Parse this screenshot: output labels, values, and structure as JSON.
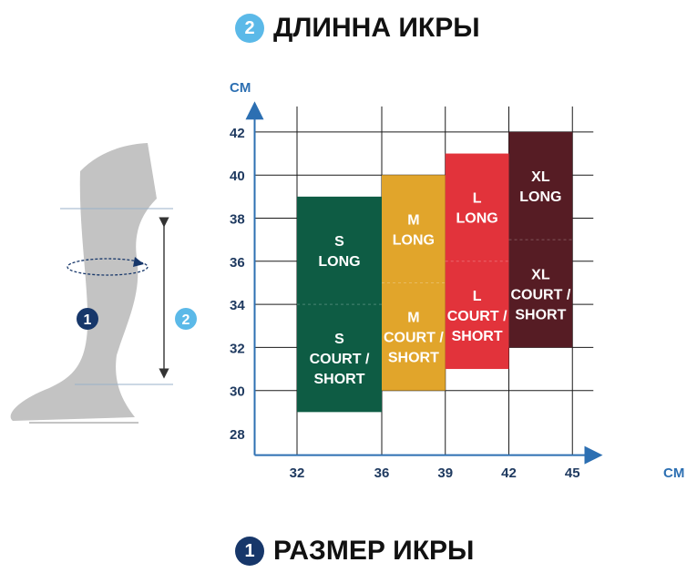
{
  "headings": {
    "top": {
      "badge": "2",
      "text": "ДЛИННА ИКРЫ"
    },
    "bottom": {
      "badge": "1",
      "text": "РАЗМЕР ИКРЫ"
    }
  },
  "colors": {
    "S": "#0e5c44",
    "M": "#e1a52b",
    "L": "#e2333b",
    "XL": "#561c24",
    "axis": "#2c6fb2",
    "leg": "#c3c3c3",
    "badge_calf_size": "#17376a",
    "badge_calf_length": "#5bb9e8"
  },
  "icons": {
    "leg": "leg-silhouette-icon"
  },
  "illustration": {
    "badge_size": "1",
    "badge_length": "2"
  },
  "chart_data": {
    "type": "bar",
    "x_unit": "CM",
    "y_unit": "CM",
    "x_ticks": [
      32,
      36,
      39,
      42,
      45
    ],
    "y_ticks": [
      28,
      30,
      32,
      34,
      36,
      38,
      40,
      42
    ],
    "xlim": [
      30,
      46
    ],
    "ylim": [
      27,
      43
    ],
    "grid": true,
    "blocks": [
      {
        "size": "S",
        "x": [
          32,
          36
        ],
        "y": [
          29,
          39
        ],
        "split": 34,
        "long": [
          "S",
          "LONG"
        ],
        "short": [
          "S",
          "COURT /",
          "SHORT"
        ]
      },
      {
        "size": "M",
        "x": [
          36,
          39
        ],
        "y": [
          30,
          40
        ],
        "split": 35,
        "long": [
          "M",
          "LONG"
        ],
        "short": [
          "M",
          "COURT /",
          "SHORT"
        ]
      },
      {
        "size": "L",
        "x": [
          39,
          42
        ],
        "y": [
          31,
          41
        ],
        "split": 36,
        "long": [
          "L",
          "LONG"
        ],
        "short": [
          "L",
          "COURT /",
          "SHORT"
        ]
      },
      {
        "size": "XL",
        "x": [
          42,
          45
        ],
        "y": [
          32,
          42
        ],
        "split": 37,
        "long": [
          "XL",
          "LONG"
        ],
        "short": [
          "XL",
          "COURT /",
          "SHORT"
        ]
      }
    ]
  }
}
